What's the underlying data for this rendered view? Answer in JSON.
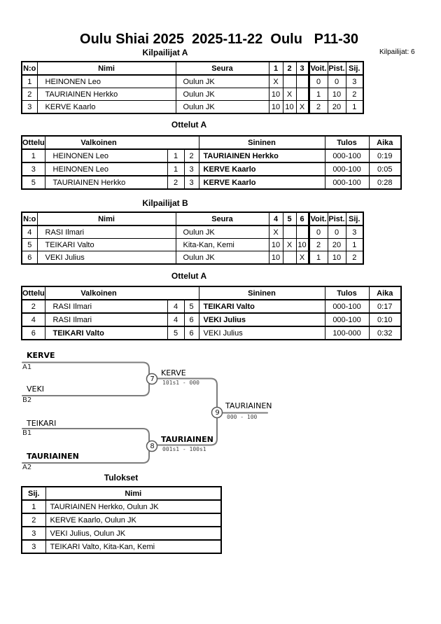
{
  "header": {
    "title": "Oulu Shiai 2025  2025-11-22  Oulu   P11-30",
    "participants": "Kilpailijat: 6"
  },
  "pool_a": {
    "heading": "Kilpailijat A",
    "columns": {
      "no": "N:o",
      "name": "Nimi",
      "club": "Seura",
      "r1": "1",
      "r2": "2",
      "r3": "3",
      "wins": "Voit.",
      "points": "Pist.",
      "place": "Sij."
    },
    "rows": [
      {
        "no": "1",
        "name": "HEINONEN Leo",
        "club": "Oulun JK",
        "r1": "X",
        "r2": "",
        "r3": "",
        "wins": "0",
        "points": "0",
        "place": "3"
      },
      {
        "no": "2",
        "name": "TAURIAINEN Herkko",
        "club": "Oulun JK",
        "r1": "10",
        "r2": "X",
        "r3": "",
        "wins": "1",
        "points": "10",
        "place": "2"
      },
      {
        "no": "3",
        "name": "KERVE Kaarlo",
        "club": "Oulun JK",
        "r1": "10",
        "r2": "10",
        "r3": "X",
        "wins": "2",
        "points": "20",
        "place": "1"
      }
    ]
  },
  "matches_a": {
    "heading": "Ottelut A",
    "columns": {
      "match": "Ottelu",
      "white": "Valkoinen",
      "blue": "Sininen",
      "result": "Tulos",
      "time": "Aika"
    },
    "rows": [
      {
        "match": "1",
        "white": "HEINONEN Leo",
        "white_bold": false,
        "white_no": "1",
        "blue_no": "2",
        "blue": "TAURIAINEN Herkko",
        "blue_bold": true,
        "result": "000-100",
        "time": "0:19"
      },
      {
        "match": "3",
        "white": "HEINONEN Leo",
        "white_bold": false,
        "white_no": "1",
        "blue_no": "3",
        "blue": "KERVE Kaarlo",
        "blue_bold": true,
        "result": "000-100",
        "time": "0:05"
      },
      {
        "match": "5",
        "white": "TAURIAINEN Herkko",
        "white_bold": false,
        "white_no": "2",
        "blue_no": "3",
        "blue": "KERVE Kaarlo",
        "blue_bold": true,
        "result": "000-100",
        "time": "0:28"
      }
    ]
  },
  "pool_b": {
    "heading": "Kilpailijat B",
    "columns": {
      "no": "N:o",
      "name": "Nimi",
      "club": "Seura",
      "r1": "4",
      "r2": "5",
      "r3": "6",
      "wins": "Voit.",
      "points": "Pist.",
      "place": "Sij."
    },
    "rows": [
      {
        "no": "4",
        "name": "RASI Ilmari",
        "club": "Oulun JK",
        "r1": "X",
        "r2": "",
        "r3": "",
        "wins": "0",
        "points": "0",
        "place": "3"
      },
      {
        "no": "5",
        "name": "TEIKARI Valto",
        "club": "Kita-Kan, Kemi",
        "r1": "10",
        "r2": "X",
        "r3": "10",
        "wins": "2",
        "points": "20",
        "place": "1"
      },
      {
        "no": "6",
        "name": "VEKI Julius",
        "club": "Oulun JK",
        "r1": "10",
        "r2": "",
        "r3": "X",
        "wins": "1",
        "points": "10",
        "place": "2"
      }
    ]
  },
  "matches_b": {
    "heading": "Ottelut A",
    "columns": {
      "match": "Ottelu",
      "white": "Valkoinen",
      "blue": "Sininen",
      "result": "Tulos",
      "time": "Aika"
    },
    "rows": [
      {
        "match": "2",
        "white": "RASI Ilmari",
        "white_bold": false,
        "white_no": "4",
        "blue_no": "5",
        "blue": "TEIKARI Valto",
        "blue_bold": true,
        "result": "000-100",
        "time": "0:17"
      },
      {
        "match": "4",
        "white": "RASI Ilmari",
        "white_bold": false,
        "white_no": "4",
        "blue_no": "6",
        "blue": "VEKI Julius",
        "blue_bold": true,
        "result": "000-100",
        "time": "0:10"
      },
      {
        "match": "6",
        "white": "TEIKARI Valto",
        "white_bold": true,
        "white_no": "5",
        "blue_no": "6",
        "blue": "VEKI Julius",
        "blue_bold": false,
        "result": "100-000",
        "time": "0:32"
      }
    ]
  },
  "bracket": {
    "slots": [
      {
        "name": "KERVE",
        "seed": "A1",
        "bold": true
      },
      {
        "name": "VEKI",
        "seed": "B2",
        "bold": false
      },
      {
        "name": "TEIKARI",
        "seed": "B1",
        "bold": false
      },
      {
        "name": "TAURIAINEN",
        "seed": "A2",
        "bold": true
      }
    ],
    "semifinal1": {
      "number": "7",
      "winner": "KERVE",
      "score": "101s1 - 000",
      "bold": false
    },
    "semifinal2": {
      "number": "8",
      "winner": "TAURIAINEN",
      "score": "001s1 - 100s1",
      "bold": true
    },
    "final": {
      "number": "9",
      "winner": "TAURIAINEN",
      "score": "000 - 100",
      "bold": false
    },
    "line_color": "#7d7d7d",
    "circle_color": "#5a5a5a"
  },
  "results": {
    "heading": "Tulokset",
    "columns": {
      "place": "Sij.",
      "name": "Nimi"
    },
    "rows": [
      {
        "place": "1",
        "name": "TAURIAINEN Herkko, Oulun JK"
      },
      {
        "place": "2",
        "name": "KERVE Kaarlo, Oulun JK"
      },
      {
        "place": "3",
        "name": "VEKI Julius, Oulun JK"
      },
      {
        "place": "3",
        "name": "TEIKARI Valto, Kita-Kan, Kemi"
      }
    ]
  }
}
